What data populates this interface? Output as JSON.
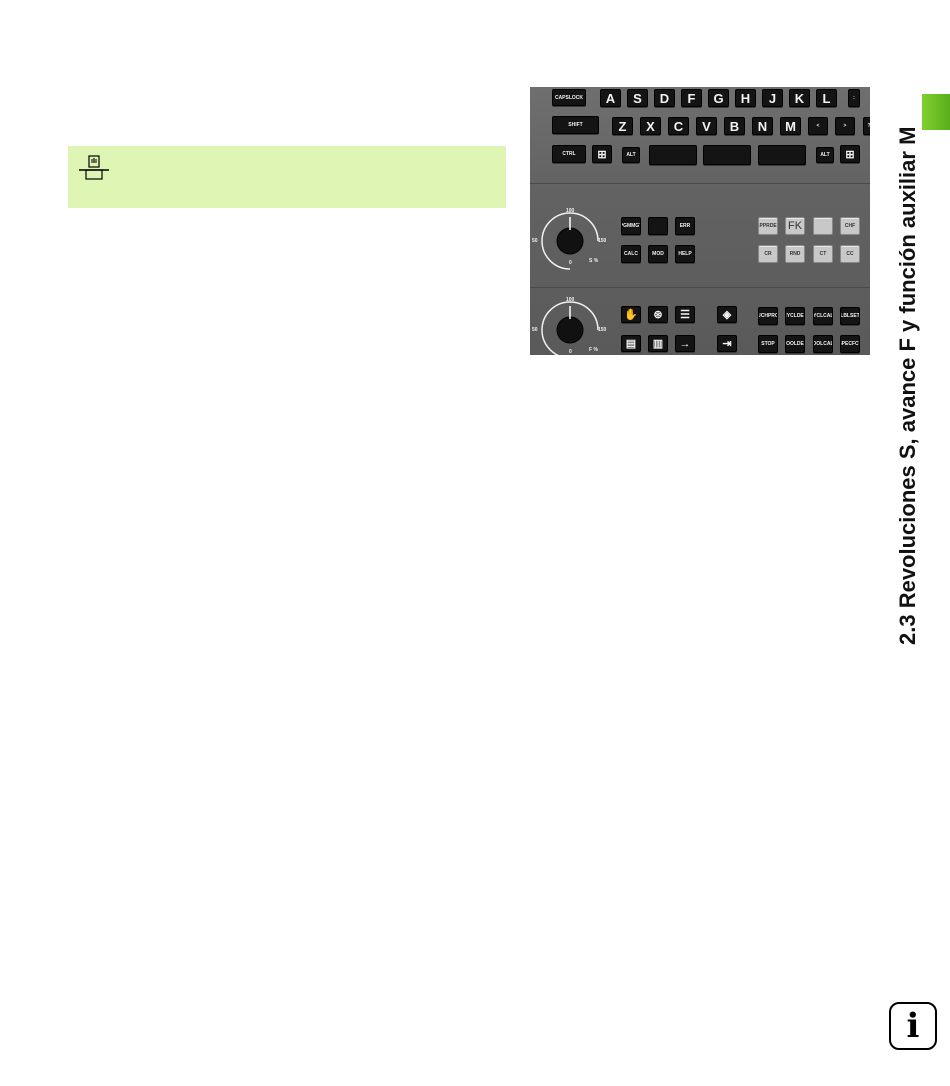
{
  "side_title": "2.3 Revoluciones S, avance F y función auxiliar M",
  "info_badge": "i",
  "note": {
    "icon": "machine-icon"
  },
  "keyboard": {
    "row1": {
      "caps": [
        "CAPS",
        "LOCK"
      ],
      "letters": [
        "A",
        "S",
        "D",
        "F",
        "G",
        "H",
        "J",
        "K",
        "L"
      ],
      "punct": ":"
    },
    "row2": {
      "shift": "SHIFT",
      "letters": [
        "Z",
        "X",
        "C",
        "V",
        "B",
        "N",
        "M"
      ],
      "lt": "<",
      "gt": ">",
      "q": "?"
    },
    "row3": {
      "ctrl": "CTRL",
      "alt_left": "ALT",
      "alt_right": "ALT"
    },
    "spindle_dial": {
      "mark_100": "100",
      "mark_50": "50",
      "mark_150": "150",
      "mark_0": "0",
      "label": "S %"
    },
    "feed_dial": {
      "mark_100": "100",
      "mark_50": "50",
      "mark_150": "150",
      "mark_0": "0",
      "label": "F %"
    },
    "mgmt": {
      "pgm": [
        "PGM",
        "MGT"
      ],
      "err": "ERR",
      "calc": "CALC",
      "mod": "MOD",
      "help": "HELP"
    },
    "path": {
      "appr": [
        "APPR",
        "DEP"
      ],
      "fk": "FK",
      "chf": "CHF",
      "cr": "CR",
      "rnd": "RND",
      "ct": "CT",
      "cc": "CC"
    },
    "cycles": {
      "touch": [
        "TOUCH",
        "PROBE"
      ],
      "cycl_def": [
        "CYCL",
        "DEF"
      ],
      "cycl_call": [
        "CYCL",
        "CALL"
      ],
      "lbl": [
        "LBL",
        "SET"
      ],
      "stop": "STOP",
      "tool_def": [
        "TOOL",
        "DEF"
      ],
      "tool_call": [
        "TOOL",
        "CALL"
      ],
      "spec": [
        "SPEC",
        "FCT"
      ]
    }
  }
}
